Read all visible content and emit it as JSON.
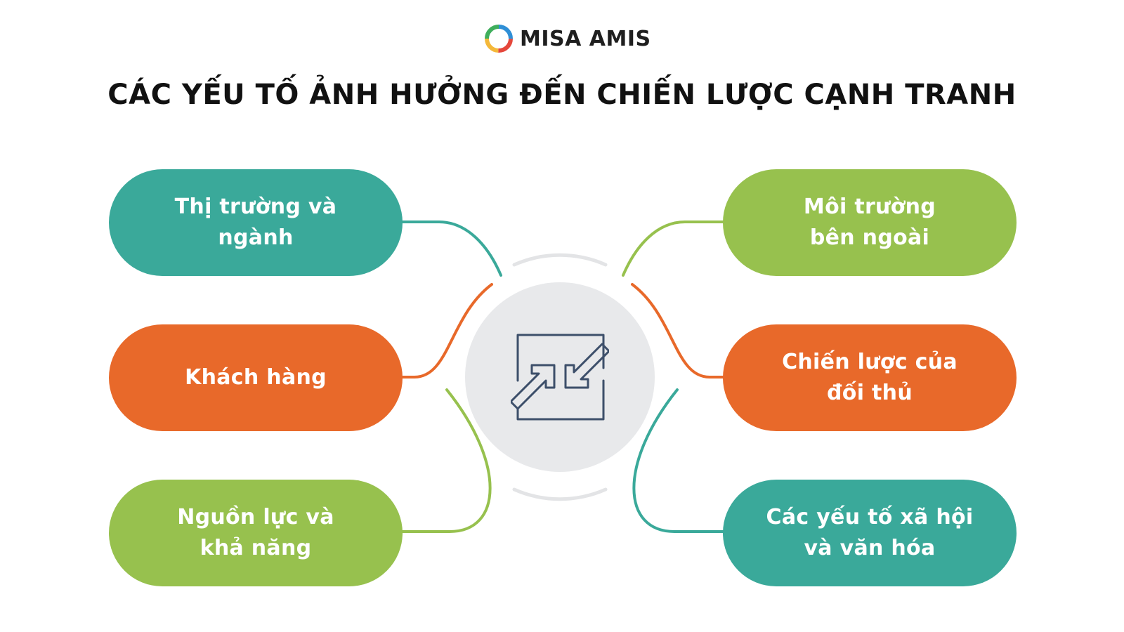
{
  "logo": {
    "text": "MISA AMIS",
    "icon": "misa-amis-logo-icon"
  },
  "title": "CÁC YẾU TỐ ẢNH HƯỞNG ĐẾN CHIẾN LƯỢC CẠNH TRANH",
  "center": {
    "icon": "compete-arrows-icon"
  },
  "colors": {
    "teal": "#3aa99a",
    "orange": "#e8692a",
    "green": "#97c14e",
    "center": "#e8e9eb"
  },
  "factors": [
    {
      "id": "market",
      "lines": [
        "Thị trường và",
        "ngành"
      ],
      "color": "#3aa99a"
    },
    {
      "id": "customers",
      "lines": [
        "Khách hàng"
      ],
      "color": "#e8692a"
    },
    {
      "id": "resources",
      "lines": [
        "Nguồn lực và",
        "khả năng"
      ],
      "color": "#97c14e"
    },
    {
      "id": "external",
      "lines": [
        "Môi trường",
        "bên ngoài"
      ],
      "color": "#97c14e"
    },
    {
      "id": "competitors",
      "lines": [
        "Chiến lược của",
        "đối thủ"
      ],
      "color": "#e8692a"
    },
    {
      "id": "social",
      "lines": [
        "Các yếu tố xã hội",
        "và văn hóa"
      ],
      "color": "#3aa99a"
    }
  ]
}
